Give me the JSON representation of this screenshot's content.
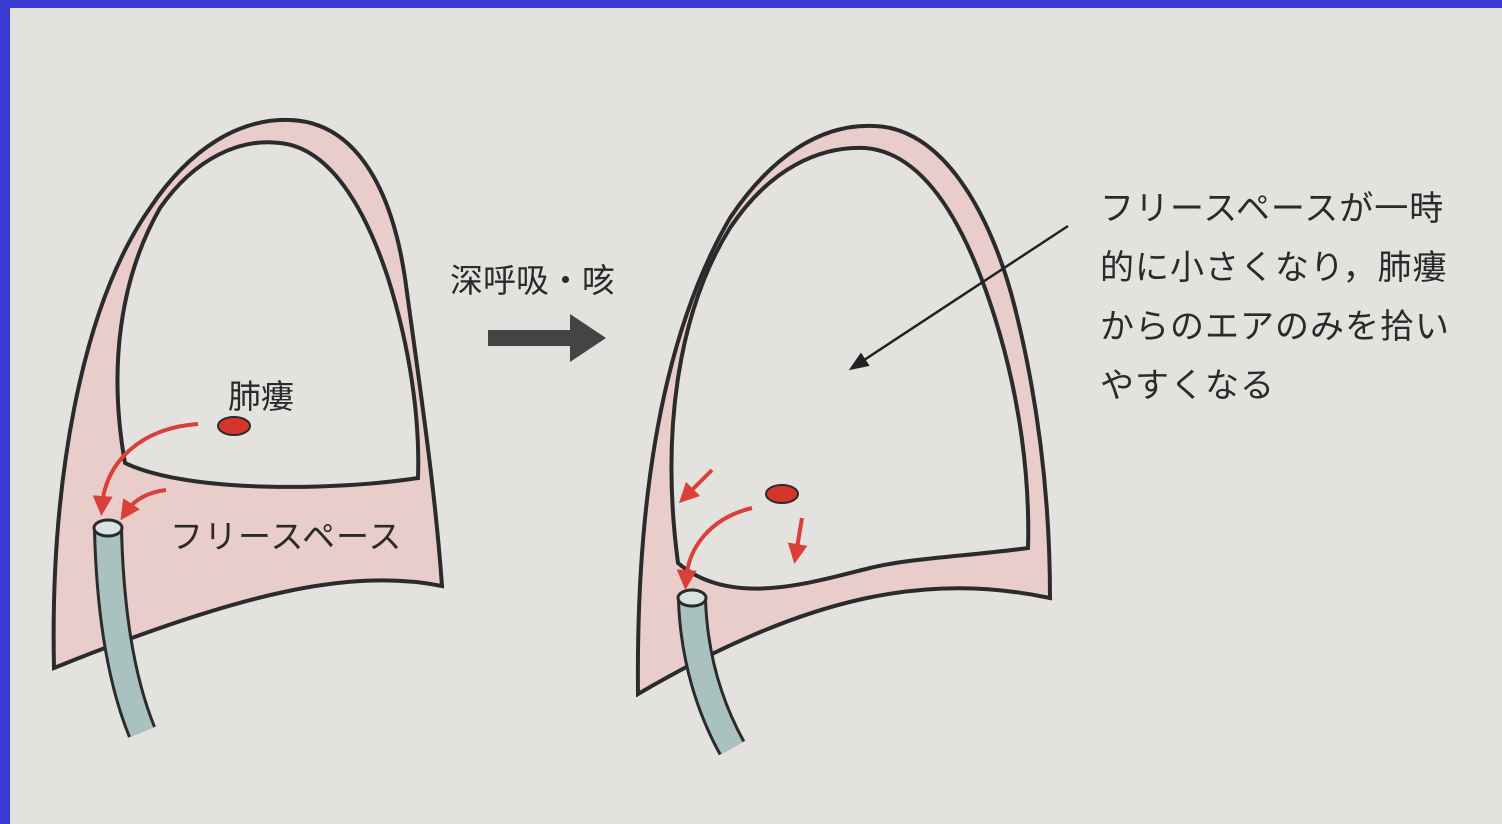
{
  "labels": {
    "fistula": "肺瘻",
    "free_space": "フリースペース",
    "action": "深呼吸・咳",
    "note_lines": [
      "フリースペースが一時",
      "的に小さくなり，肺瘻",
      "からのエアのみを拾い",
      "やすくなる"
    ]
  },
  "colors": {
    "pleural_space": "#e8cdca",
    "outline": "#2b2b2b",
    "fistula": "#d5352b",
    "air_arrow": "#d9403a",
    "drain_tube": "#a9c2c0",
    "transition_arrow": "#444444",
    "background": "#e4e2df",
    "border": "#3a3ad0"
  },
  "icons": {
    "transition": "right-arrow-icon",
    "air_flow": "curved-arrow-icon"
  }
}
